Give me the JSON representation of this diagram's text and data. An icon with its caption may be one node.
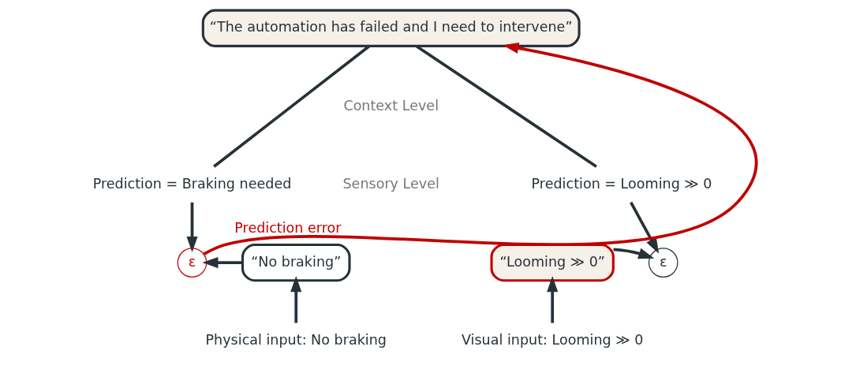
{
  "diagram": {
    "nodes": [
      {
        "text": [
          "“The automation has failed and I need to intervene”"
        ]
      },
      {
        "text": [
          "Prediction = Braking needed"
        ]
      },
      {
        "text": [
          "Prediction = Looming ≫ 0"
        ]
      },
      {
        "text": [
          "ε"
        ]
      },
      {
        "text": [
          "“No braking”"
        ]
      },
      {
        "text": [
          "“Looming ≫ 0”"
        ]
      },
      {
        "text": [
          "ε"
        ]
      },
      {
        "text": [
          "Physical input: No braking"
        ]
      },
      {
        "text": [
          "Visual input: Looming ≫ 0"
        ]
      }
    ],
    "edges": [
      {
        "from": 0,
        "to": 1,
        "arrow": "none"
      },
      {
        "from": 1,
        "to": 3,
        "arrow": "to"
      },
      {
        "from": 0,
        "to": 2,
        "arrow": "none"
      },
      {
        "from": 2,
        "to": 6,
        "arrow": "to"
      },
      {
        "from": 4,
        "to": 3,
        "arrow": "to"
      },
      {
        "from": 5,
        "to": 6,
        "arrow": "to"
      },
      {
        "from": 7,
        "to": 4,
        "arrow": "to"
      },
      {
        "from": 8,
        "to": 5,
        "arrow": "to"
      },
      {
        "from": 3,
        "to": 0,
        "arrow": "to",
        "label": "Prediction error",
        "color": "#c00000"
      }
    ],
    "labels": [
      "Context Level",
      "Sensory Level"
    ]
  }
}
